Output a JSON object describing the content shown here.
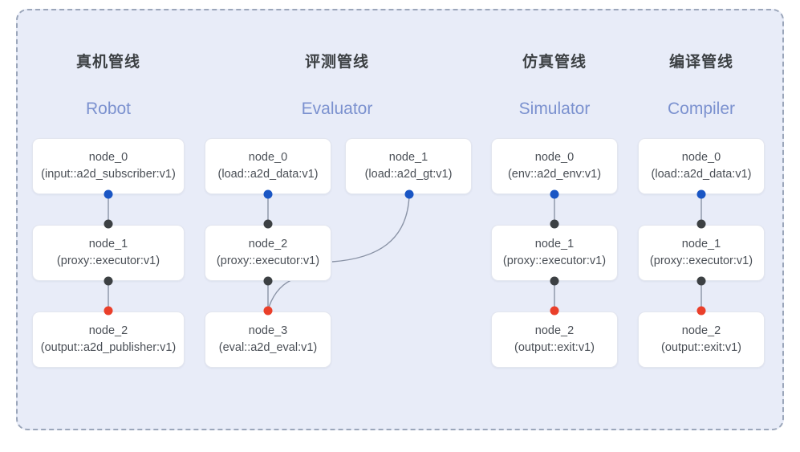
{
  "diagram": {
    "type": "pipeline-graph",
    "panel": {
      "style": "dashed-rounded-rectangle",
      "background": "#e8ecf8",
      "border_color": "#9ba6ba"
    },
    "port_colors": {
      "blue": "#1a56c4",
      "black": "#3c4043",
      "red": "#ea3f2a"
    },
    "edge_color": "#8a93a6",
    "columns": [
      {
        "id": "robot",
        "title_cn": "真机管线",
        "title_en": "Robot",
        "nodes": [
          {
            "id": "robot-n0",
            "name": "node_0",
            "type": "(input::a2d_subscriber:v1)"
          },
          {
            "id": "robot-n1",
            "name": "node_1",
            "type": "(proxy::executor:v1)"
          },
          {
            "id": "robot-n2",
            "name": "node_2",
            "type": "(output::a2d_publisher:v1)"
          }
        ]
      },
      {
        "id": "evaluator",
        "title_cn": "评测管线",
        "title_en": "Evaluator",
        "nodes": [
          {
            "id": "eval-n0",
            "name": "node_0",
            "type": "(load::a2d_data:v1)"
          },
          {
            "id": "eval-n1",
            "name": "node_1",
            "type": "(load::a2d_gt:v1)"
          },
          {
            "id": "eval-n2",
            "name": "node_2",
            "type": "(proxy::executor:v1)"
          },
          {
            "id": "eval-n3",
            "name": "node_3",
            "type": "(eval::a2d_eval:v1)"
          }
        ]
      },
      {
        "id": "simulator",
        "title_cn": "仿真管线",
        "title_en": "Simulator",
        "nodes": [
          {
            "id": "sim-n0",
            "name": "node_0",
            "type": "(env::a2d_env:v1)"
          },
          {
            "id": "sim-n1",
            "name": "node_1",
            "type": "(proxy::executor:v1)"
          },
          {
            "id": "sim-n2",
            "name": "node_2",
            "type": "(output::exit:v1)"
          }
        ]
      },
      {
        "id": "compiler",
        "title_cn": "编译管线",
        "title_en": "Compiler",
        "nodes": [
          {
            "id": "comp-n0",
            "name": "node_0",
            "type": "(load::a2d_data:v1)"
          },
          {
            "id": "comp-n1",
            "name": "node_1",
            "type": "(proxy::executor:v1)"
          },
          {
            "id": "comp-n2",
            "name": "node_2",
            "type": "(output::exit:v1)"
          }
        ]
      }
    ]
  }
}
